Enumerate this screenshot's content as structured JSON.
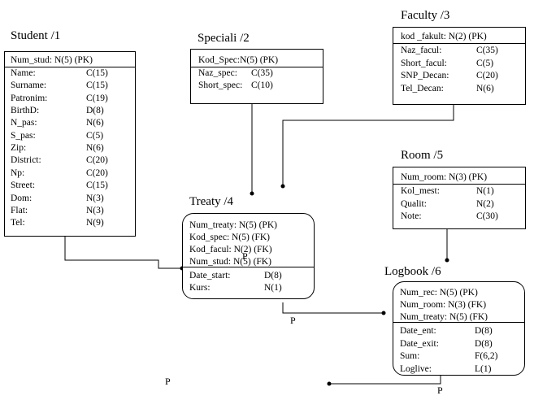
{
  "entities": {
    "student": {
      "title": "Student /1",
      "key": "Num_stud: N(5) (PK)",
      "fields": [
        {
          "name": "Name:",
          "type": "C(15)"
        },
        {
          "name": "Surname:",
          "type": "C(15)"
        },
        {
          "name": "Patronim:",
          "type": "C(19)"
        },
        {
          "name": "BirthD:",
          "type": "D(8)"
        },
        {
          "name": "N_pas:",
          "type": "N(6)"
        },
        {
          "name": "S_pas:",
          "type": "C(5)"
        },
        {
          "name": "Zip:",
          "type": "N(6)"
        },
        {
          "name": "District:",
          "type": "C(20)"
        },
        {
          "name": "Np:",
          "type": "C(20)"
        },
        {
          "name": "Street:",
          "type": "C(15)"
        },
        {
          "name": "Dom:",
          "type": "N(3)"
        },
        {
          "name": "Flat:",
          "type": "N(3)"
        },
        {
          "name": "Tel:",
          "type": "N(9)"
        }
      ]
    },
    "speciali": {
      "title": "Speciali /2",
      "key": "Kod_Spec:N(5) (PK)",
      "fields": [
        {
          "name": "Naz_spec:",
          "type": "C(35)"
        },
        {
          "name": "Short_spec:",
          "type": "C(10)"
        }
      ]
    },
    "faculty": {
      "title": "Faculty /3",
      "key": "kod _fakult: N(2) (PK)",
      "fields": [
        {
          "name": "Naz_facul:",
          "type": "C(35)"
        },
        {
          "name": "Short_facul:",
          "type": "C(5)"
        },
        {
          "name": "SNP_Decan:",
          "type": "C(20)"
        },
        {
          "name": "Tel_Decan:",
          "type": "N(6)"
        }
      ]
    },
    "treaty": {
      "title": "Treaty /4",
      "keys": [
        "Num_treaty: N(5) (PK)",
        "Kod_spec: N(5) (FK)",
        "Kod_facul: N(2) (FK)",
        "Num_stud: N(5) (FK)"
      ],
      "fields": [
        {
          "name": "Date_start:",
          "type": "D(8)"
        },
        {
          "name": "Kurs:",
          "type": "N(1)"
        }
      ]
    },
    "room": {
      "title": "Room /5",
      "key": "Num_room: N(3) (PK)",
      "fields": [
        {
          "name": "Kol_mest:",
          "type": "N(1)"
        },
        {
          "name": "Qualit:",
          "type": "N(2)"
        },
        {
          "name": "Note:",
          "type": "C(30)"
        }
      ]
    },
    "logbook": {
      "title": "Logbook /6",
      "keys": [
        "Num_rec: N(5) (PK)",
        "Num_room: N(3) (FK)",
        "Num_treaty: N(5) (FK)"
      ],
      "fields": [
        {
          "name": "Date_ent:",
          "type": "D(8)"
        },
        {
          "name": "Date_exit:",
          "type": "D(8)"
        },
        {
          "name": "Sum:",
          "type": "F(6,2)"
        },
        {
          "name": "Loglive:",
          "type": "L(1)"
        }
      ]
    }
  },
  "connector_labels": [
    "P",
    "P",
    "P",
    "P"
  ]
}
